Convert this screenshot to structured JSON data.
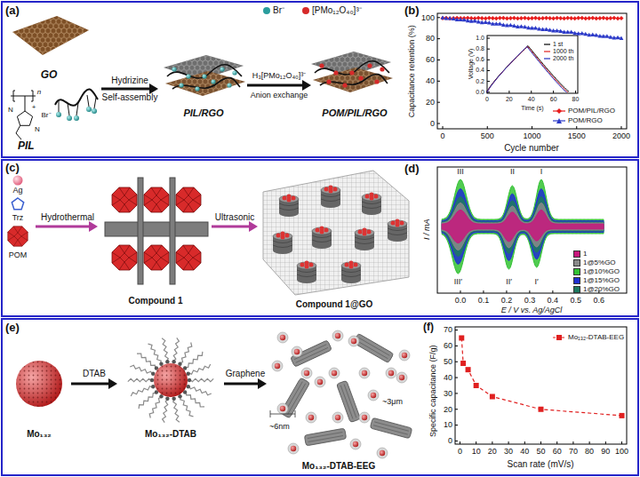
{
  "diagram": {
    "nodes": [
      {
        "text": [
          "GO"
        ]
      },
      {
        "text": [
          "PIL"
        ]
      },
      {
        "text": [
          "PIL/RGO"
        ]
      },
      {
        "text": [
          "POM/PIL/RGO"
        ]
      },
      {
        "text": [
          "Compound 1"
        ]
      },
      {
        "text": [
          "Compound 1@GO"
        ]
      },
      {
        "text": [
          "Mo₁₃₂"
        ]
      },
      {
        "text": [
          "Mo₁₃₂-DTAB"
        ]
      },
      {
        "text": [
          "Mo₁₃₂-DTAB-EEG"
        ]
      }
    ],
    "edges": [
      {
        "from": 2,
        "to": 3,
        "arrow": "to"
      },
      {
        "from": 4,
        "to": 5,
        "arrow": "to"
      },
      {
        "from": 6,
        "to": 7,
        "arrow": "to"
      },
      {
        "from": 7,
        "to": 8,
        "arrow": "to"
      }
    ],
    "labels": [
      "(a)",
      "Hydrizine",
      "Self-assembly",
      "H₃[PMo₁₂O₄₀]³⁻",
      "Anion exchange",
      "n",
      "N",
      "+",
      "N",
      "Br⁻",
      "(b)",
      "Capacitance retention (%)",
      "Cycle number",
      "0",
      "20",
      "40",
      "60",
      "80",
      "100",
      "0",
      "500",
      "1000",
      "1500",
      "2000",
      "Voltage (V)",
      "Time (s)",
      "0.0",
      "0.2",
      "0.4",
      "0.6",
      "0.8",
      "1.0",
      "0",
      "20",
      "40",
      "60",
      "80",
      "(c)",
      "Ag",
      "Trz",
      "POM",
      "Hydrothermal",
      "Ultrasonic",
      "(d)",
      "I / mA",
      "E / V vs. Ag/AgCl",
      "0.0",
      "0.1",
      "0.2",
      "0.3",
      "0.4",
      "0.5",
      "0.6",
      "III",
      "II",
      "I",
      "III′",
      "II′",
      "I′",
      "(e)",
      "DTAB",
      "Graphene",
      "~6nm",
      "~3μm",
      "(f)",
      "Specific capacitance (F/g)",
      "Scan rate (mV/s)",
      "0",
      "10",
      "20",
      "30",
      "40",
      "50",
      "60",
      "70",
      "0",
      "10",
      "20",
      "30",
      "40",
      "50",
      "60",
      "70",
      "80",
      "90",
      "100"
    ],
    "legend": [
      {
        "text": "Br⁻",
        "color": "#2a9d9d"
      },
      {
        "text": "[PMo₁₂O₄₀]³⁻",
        "color": "#d62a2a"
      },
      {
        "text": "POM/PIL/RGO"
      },
      {
        "text": "POM/RGO"
      },
      {
        "text": "1 st"
      },
      {
        "text": "1000 th"
      },
      {
        "text": "2000 th"
      },
      {
        "text": "1",
        "color": "#c8177c"
      },
      {
        "text": "1@5%GO",
        "color": "#8a8a8a"
      },
      {
        "text": "1@10%GO",
        "color": "#33c233"
      },
      {
        "text": "1@15%GO",
        "color": "#1f2fd0"
      },
      {
        "text": "1@20%GO",
        "color": "#1e7a60"
      },
      {
        "text": "Mo₁₃₂-DTAB-EEG"
      }
    ]
  }
}
